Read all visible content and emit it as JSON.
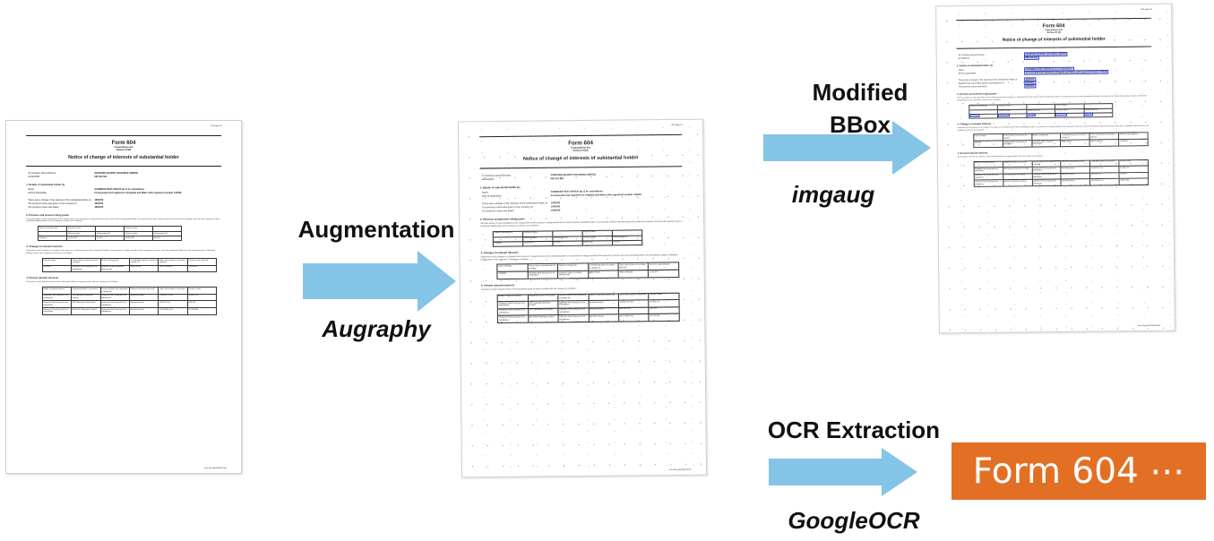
{
  "pipeline": {
    "augmentation": {
      "label": "Augmentation",
      "tool": "Augraphy"
    },
    "modified_bbox": {
      "label_line1": "Modified",
      "label_line2": "BBox",
      "tool": "imgaug"
    },
    "ocr": {
      "label": "OCR Extraction",
      "tool": "GoogleOCR",
      "result": "Form 604 ⋯"
    }
  },
  "colors": {
    "arrow": "#84c4e6",
    "ocr_box": "#e36f25",
    "bbox": "#2233cc"
  },
  "document": {
    "page_no": "604    page 1/2",
    "form_title": "Form 604",
    "subtitle1": "Corporations Act",
    "subtitle2": "Section 671B",
    "notice_title": "Notice of change of interests of substantial holder",
    "rows1": [
      {
        "label": "To    Company Name/Scheme",
        "value": "GOSFORD QUARRY HOLDINGS LIMITED"
      },
      {
        "label": "ACN/ARSN",
        "value": "080 310 562"
      }
    ],
    "section1": "1. Details of substantial holder (1)",
    "rows2": [
      {
        "label": "Name",
        "value": "GUINNESS PEAT GROUP plc & its subsidiaries"
      },
      {
        "label": "ACN (if applicable)",
        "value": "Incorporated and registered in England and Wales with registered number 103548"
      }
    ],
    "rows3": [
      {
        "label": "There was a change in the interests of the substantial holder on",
        "value": "18/02/06"
      },
      {
        "label": "The previous notice was given to the company on",
        "value": "18/02/06"
      },
      {
        "label": "The previous notice was dated",
        "value": "18/02/06"
      }
    ],
    "section2": "2. Previous and present voting power",
    "para2": "The total number of votes attached to all the voting shares in the company or voting interests in the scheme that the substantial holder or an associate (2) had a relevant interest (3) in when last required, and when now required, to give a substantial holding notice to the company or scheme, are as follows:",
    "table1": [
      [
        "Class of securities (4)",
        "Previous notice",
        "",
        "Present notice",
        ""
      ],
      [
        "",
        "Person's votes",
        "Voting power (5)",
        "Person's votes",
        "Voting power (5)"
      ],
      [
        "Ordinary",
        "55,870,474",
        "62.19%",
        "56,851,382",
        "64.01%"
      ]
    ],
    "section3": "3. Changes in relevant interests",
    "para3": "Particulars of each change in, or change in the nature of, a relevant interest of the substantial holder or an associate in voting securities of the company or scheme, since the substantial holder was last required to give a substantial holding notice to the company or scheme are as follows:",
    "table2": [
      [
        "Date of change",
        "Person whose relevant interest changed",
        "Nature of change (6)",
        "Consideration given in relation to change (7)",
        "Class and number of securities affected",
        "Person's votes affected"
      ],
      [
        "19/05/06",
        "Guinness Peat Group plc & its subsidiaries",
        "Acquired: under on-market takeover bid",
        "$580,705.45",
        "ORD  1,053,826",
        "1,053,826"
      ]
    ],
    "section4": "4. Present relevant interests",
    "para4": "Particulars of each relevant interest of the substantial holder in voting securities after the change are as follows:",
    "table3": [
      [
        "Holder of relevant interest",
        "Registered holder of securities",
        "Person entitled to be registered as holder (8)",
        "Nature of relevant interest (6)",
        "Class and number of securities",
        "Person's votes"
      ],
      [
        "Guinness Peat Group plc & its subsidiaries",
        "GPG Australia Nominees Limited",
        "Guinness Peat Group plc & its subsidiaries",
        "Beneficial owner",
        "10,603,173 Ord",
        "10,603,173"
      ],
      [
        "Guinness Peat Group plc & its subsidiaries",
        "GPG Nominees Pty Limited",
        "Guinness Peat Group plc & its subsidiaries",
        "Beneficial owner",
        "630,199 Ord",
        "630,199"
      ],
      [
        "Guinness Peat Group plc & its subsidiaries",
        "Bell Potter Nominees Limited",
        "Guinness Peat Group plc & its subsidiaries",
        "Beneficial owner",
        "25,474,840 Ord",
        "25,474,840"
      ]
    ],
    "footer": "Form 604 gqh20060519.doc"
  }
}
